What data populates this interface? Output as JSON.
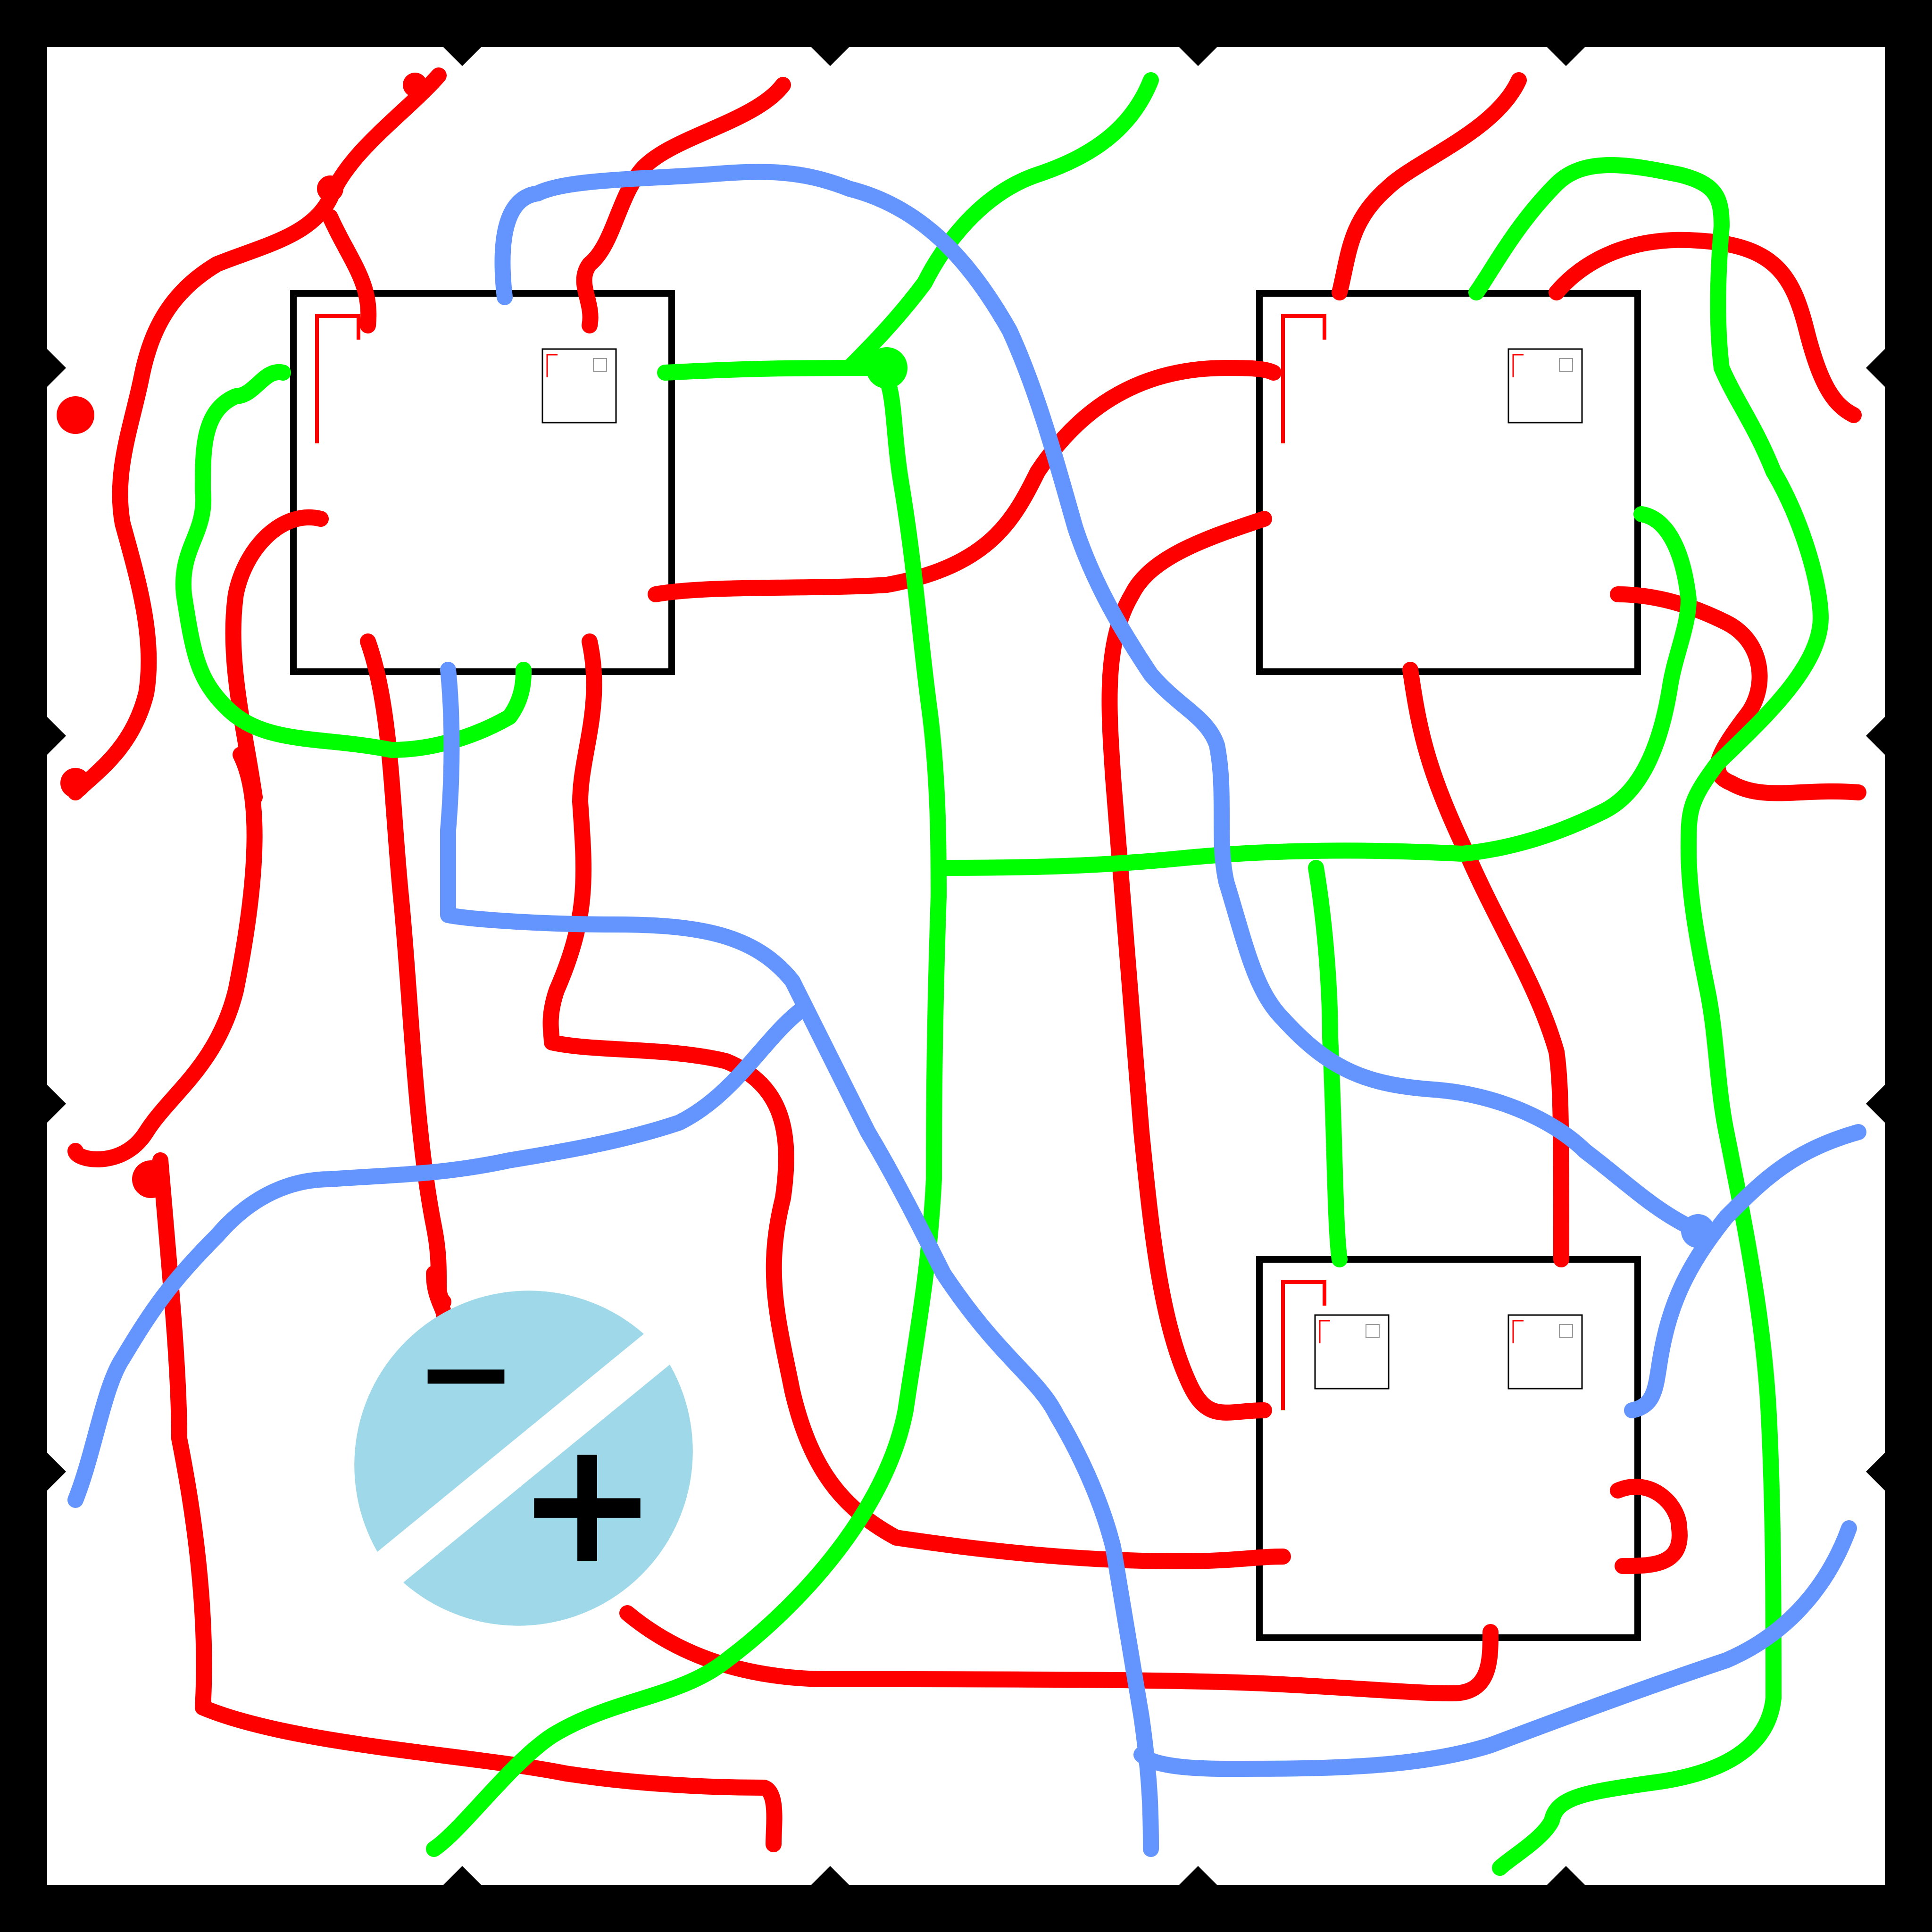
{
  "colors": {
    "frame": "#000000",
    "board": "#ffffff",
    "wire_red": "#ff0000",
    "wire_green": "#00ff00",
    "wire_blue": "#6495ff",
    "battery_fill": "#9fd9e9",
    "battery_sign": "#000000",
    "chip_outline": "#000000",
    "chip_marker": "#ff0000"
  },
  "battery": {
    "negative_label": "−",
    "positive_label": "+"
  },
  "components": [
    {
      "kind": "chip",
      "name": "chip-top-left",
      "sub_modules": 1
    },
    {
      "kind": "chip",
      "name": "chip-top-right",
      "sub_modules": 1
    },
    {
      "kind": "chip",
      "name": "chip-bottom-right",
      "sub_modules": 2
    }
  ],
  "wire_colors_present": [
    "red",
    "green",
    "blue"
  ]
}
